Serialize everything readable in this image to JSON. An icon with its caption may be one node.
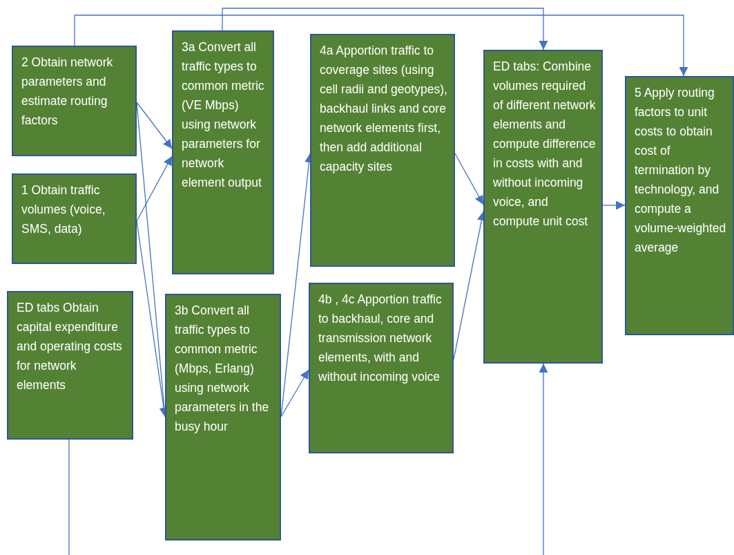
{
  "diagram": {
    "nodes": [
      {
        "text": [
          "2 Obtain network parameters and estimate routing factors"
        ]
      },
      {
        "text": [
          "1 Obtain traffic volumes (voice, SMS, data)"
        ]
      },
      {
        "text": [
          "ED tabs Obtain capital expenditure and operating costs for network elements"
        ]
      },
      {
        "text": [
          "3a Convert all traffic types to common metric (VE Mbps) using network parameters for network element output"
        ]
      },
      {
        "text": [
          "3b Convert all traffic types to common metric (Mbps, Erlang) using network parameters in the busy hour"
        ]
      },
      {
        "text": [
          "4a Apportion traffic to coverage sites (using cell radii and geotypes), backhaul links and core network elements first, then add additional capacity sites"
        ]
      },
      {
        "text": [
          "4b , 4c Apportion traffic to backhaul, core and transmission network elements, with and without incoming voice"
        ]
      },
      {
        "text": [
          "ED tabs: Combine volumes required of different network elements and compute difference in costs with and without incoming voice, and compute unit cost"
        ]
      },
      {
        "text": [
          "5 Apply routing factors to unit costs to obtain cost of termination by technology, and compute a volume-weighted average"
        ]
      }
    ],
    "edges": [
      {
        "from": 0,
        "to": 3,
        "arrow": "to"
      },
      {
        "from": 0,
        "to": 4,
        "arrow": "to"
      },
      {
        "from": 1,
        "to": 3,
        "arrow": "to"
      },
      {
        "from": 1,
        "to": 4,
        "arrow": "to"
      },
      {
        "from": 4,
        "to": 5,
        "arrow": "to"
      },
      {
        "from": 4,
        "to": 6,
        "arrow": "to"
      },
      {
        "from": 5,
        "to": 7,
        "arrow": "to"
      },
      {
        "from": 6,
        "to": 7,
        "arrow": "to"
      },
      {
        "from": 7,
        "to": 8,
        "arrow": "to"
      },
      {
        "from": 3,
        "to": 7,
        "arrow": "to"
      },
      {
        "from": 0,
        "to": 8,
        "arrow": "to"
      },
      {
        "from": 2,
        "to": null,
        "arrow": "none"
      },
      {
        "from": null,
        "to": 7,
        "arrow": "to"
      }
    ]
  }
}
